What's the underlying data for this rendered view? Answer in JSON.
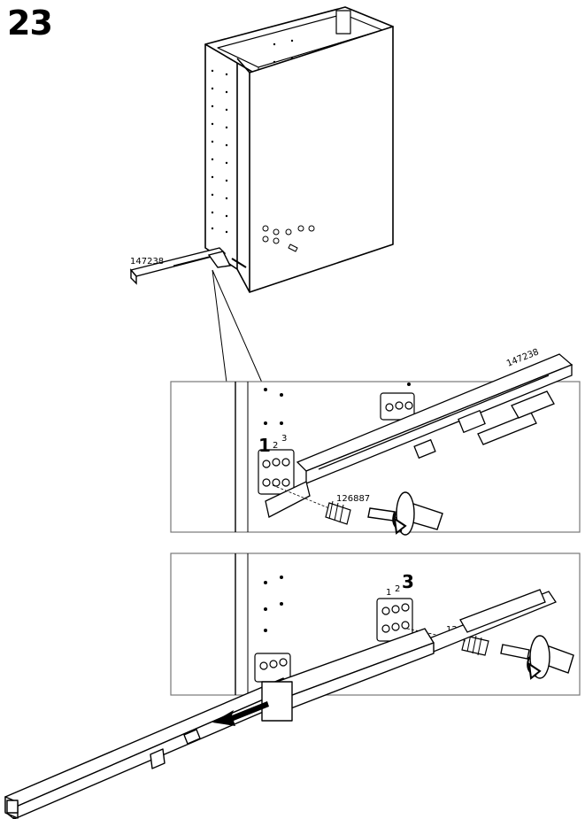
{
  "step_number": "23",
  "part_numbers": {
    "rail": "147238",
    "screw": "126887"
  },
  "position_labels": {
    "upper": [
      "1",
      "2",
      "3"
    ],
    "lower": [
      "1",
      "2",
      "3"
    ]
  },
  "colors": {
    "line": "#000000",
    "background": "#ffffff",
    "frame_gray": "#777777"
  },
  "icons": [
    "cabinet-drawing",
    "drawer-rail",
    "screw",
    "screwdriver",
    "rotate-arrow",
    "direction-arrow"
  ]
}
